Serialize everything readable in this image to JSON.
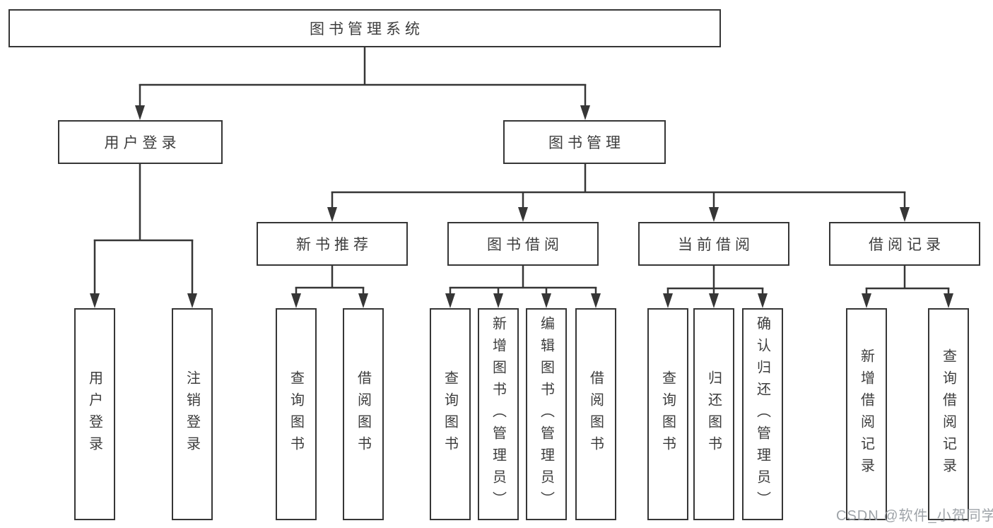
{
  "diagram": {
    "type": "hierarchy-tree",
    "orientation": "top-down",
    "colors": {
      "line": "#363636",
      "box_border": "#363636",
      "box_fill": "#ffffff",
      "text": "#3d3d3d",
      "watermark_text_color": "#94999f",
      "background": "#ffffff"
    }
  },
  "nodes": {
    "root": {
      "label": "图书管理系统"
    },
    "user_login": {
      "label": "用户登录"
    },
    "book_mgmt": {
      "label": "图书管理"
    },
    "new_book_rec": {
      "label": "新书推荐"
    },
    "book_borrow": {
      "label": "图书借阅"
    },
    "current_borrow": {
      "label": "当前借阅"
    },
    "borrow_record": {
      "label": "借阅记录"
    },
    "leaf_user_login": {
      "label": "用户登录"
    },
    "leaf_logout": {
      "label": "注销登录"
    },
    "leaf_query_book_1": {
      "label": "查询图书"
    },
    "leaf_borrow_book_1": {
      "label": "借阅图书"
    },
    "leaf_query_book_2": {
      "label": "查询图书"
    },
    "leaf_add_book": {
      "label": "新增图书（管理员）"
    },
    "leaf_edit_book": {
      "label": "编辑图书（管理员）"
    },
    "leaf_borrow_book_2": {
      "label": "借阅图书"
    },
    "leaf_query_book_3": {
      "label": "查询图书"
    },
    "leaf_return_book": {
      "label": "归还图书"
    },
    "leaf_confirm_return": {
      "label": "确认归还（管理员）"
    },
    "leaf_add_record": {
      "label": "新增借阅记录"
    },
    "leaf_query_record": {
      "label": "查询借阅记录"
    }
  },
  "edges": [
    [
      "root",
      "user_login"
    ],
    [
      "root",
      "book_mgmt"
    ],
    [
      "user_login",
      "leaf_user_login"
    ],
    [
      "user_login",
      "leaf_logout"
    ],
    [
      "book_mgmt",
      "new_book_rec"
    ],
    [
      "book_mgmt",
      "book_borrow"
    ],
    [
      "book_mgmt",
      "current_borrow"
    ],
    [
      "book_mgmt",
      "borrow_record"
    ],
    [
      "new_book_rec",
      "leaf_query_book_1"
    ],
    [
      "new_book_rec",
      "leaf_borrow_book_1"
    ],
    [
      "book_borrow",
      "leaf_query_book_2"
    ],
    [
      "book_borrow",
      "leaf_add_book"
    ],
    [
      "book_borrow",
      "leaf_edit_book"
    ],
    [
      "book_borrow",
      "leaf_borrow_book_2"
    ],
    [
      "current_borrow",
      "leaf_query_book_3"
    ],
    [
      "current_borrow",
      "leaf_return_book"
    ],
    [
      "current_borrow",
      "leaf_confirm_return"
    ],
    [
      "borrow_record",
      "leaf_add_record"
    ],
    [
      "borrow_record",
      "leaf_query_record"
    ]
  ],
  "watermark": {
    "text": "CSDN @软件_小贺同学"
  }
}
